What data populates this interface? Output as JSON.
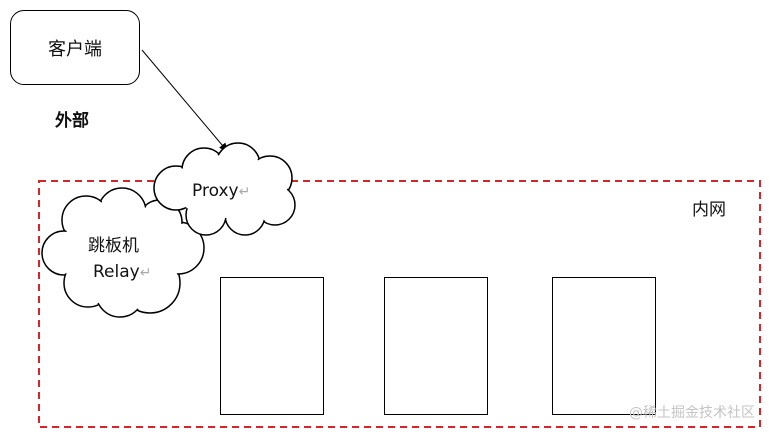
{
  "client": {
    "label": "客户端"
  },
  "outside": {
    "label": "外部"
  },
  "intranet": {
    "label": "内网"
  },
  "proxy": {
    "label": "Proxy",
    "return_mark": "↵"
  },
  "relay": {
    "label_line1": "跳板机",
    "label_line2": "Relay",
    "return_mark": "↵"
  },
  "hosts": [
    {},
    {},
    {}
  ],
  "watermark": {
    "text": "@稀土掘金技术社区"
  },
  "colors": {
    "boundary": "#d9242a",
    "stroke": "#000000",
    "return_mark": "#aaaaaa"
  }
}
